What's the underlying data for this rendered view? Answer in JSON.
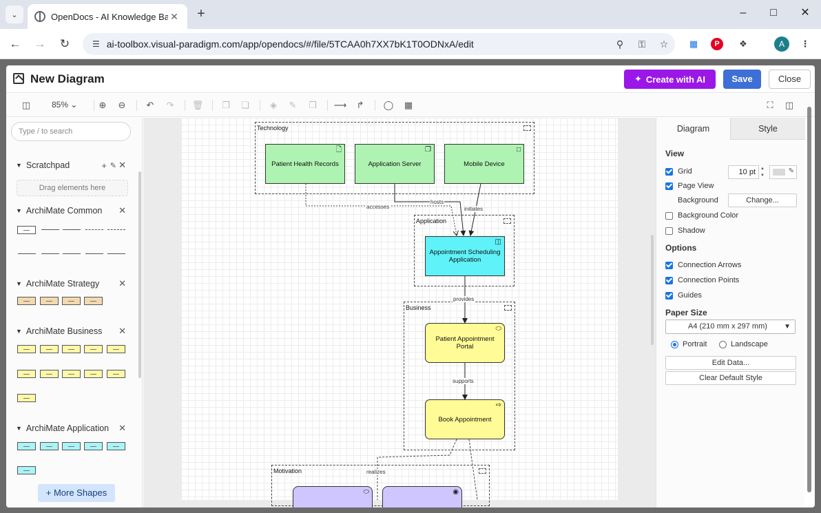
{
  "browser": {
    "tab_title": "OpenDocs - AI Knowledge Base",
    "url": "ai-toolbox.visual-paradigm.com/app/opendocs/#/file/5TCAA0h7XX7bK1T0ODNxA/edit",
    "avatar_letter": "A"
  },
  "app": {
    "title": "New Diagram",
    "create_ai_label": "Create with AI",
    "save_label": "Save",
    "close_label": "Close"
  },
  "toolbar": {
    "zoom": "85%"
  },
  "left_panel": {
    "search_placeholder": "Type / to search",
    "scratchpad": {
      "title": "Scratchpad",
      "dropzone": "Drag elements here"
    },
    "sections": [
      "ArchiMate Common",
      "ArchiMate Strategy",
      "ArchiMate Business",
      "ArchiMate Application"
    ],
    "more_shapes": "+ More Shapes"
  },
  "diagram": {
    "groups": {
      "technology": "Technology",
      "application": "Application",
      "business": "Business",
      "motivation": "Motivation"
    },
    "nodes": {
      "patient_health_records": "Patient Health Records",
      "application_server": "Application Server",
      "mobile_device": "Mobile Device",
      "appointment_app": "Appointment Scheduling Application",
      "patient_portal": "Patient Appointment Portal",
      "book_appointment": "Book Appointment"
    },
    "edges": {
      "accesses": "accesses",
      "hosts": "hosts",
      "initiates": "initiates",
      "provides": "provides",
      "supports": "supports",
      "realizes": "realizes"
    }
  },
  "right_panel": {
    "tabs": {
      "diagram": "Diagram",
      "style": "Style"
    },
    "view": {
      "heading": "View",
      "grid": "Grid",
      "grid_size": "10 pt",
      "page_view": "Page View",
      "background": "Background",
      "change": "Change...",
      "background_color": "Background Color",
      "shadow": "Shadow"
    },
    "options": {
      "heading": "Options",
      "connection_arrows": "Connection Arrows",
      "connection_points": "Connection Points",
      "guides": "Guides"
    },
    "paper": {
      "heading": "Paper Size",
      "size": "A4 (210 mm x 297 mm)",
      "portrait": "Portrait",
      "landscape": "Landscape",
      "edit_data": "Edit Data...",
      "clear_style": "Clear Default Style"
    }
  }
}
